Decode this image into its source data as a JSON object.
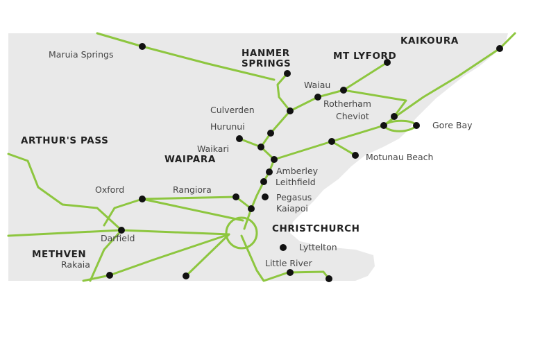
{
  "colors": {
    "land": "#e9e9e9",
    "sea": "#ffffff",
    "route": "#8dc63f",
    "town_dot": "#111111",
    "label": "#444444",
    "region_label": "#222222"
  },
  "regions": {
    "kaikoura": "KAIKOURA",
    "hanmer_line1": "HANMER",
    "hanmer_line2": "SPRINGS",
    "mt_lyford": "MT LYFORD",
    "arthurs_pass": "ARTHUR'S PASS",
    "waipara": "WAIPARA",
    "christchurch": "CHRISTCHURCH",
    "methven": "METHVEN"
  },
  "towns": {
    "maruia_springs": "Maruia Springs",
    "waiau": "Waiau",
    "rotherham": "Rotherham",
    "culverden": "Culverden",
    "cheviot": "Cheviot",
    "gore_bay": "Gore Bay",
    "hurunui": "Hurunui",
    "waikari": "Waikari",
    "motunau_beach": "Motunau Beach",
    "amberley": "Amberley",
    "leithfield": "Leithfield",
    "oxford": "Oxford",
    "rangiora": "Rangiora",
    "pegasus": "Pegasus",
    "kaiapoi": "Kaiapoi",
    "darfield": "Darfield",
    "lyttelton": "Lyttelton",
    "rakaia": "Rakaia",
    "little_river": "Little River"
  }
}
